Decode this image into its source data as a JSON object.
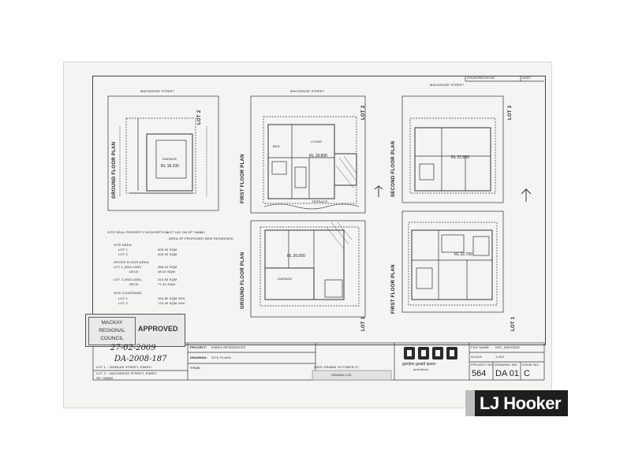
{
  "header": {
    "issue_revision": "ISSUE/REVISION",
    "date": "DATE"
  },
  "plans": {
    "street_left": "MACKENZIE STREET",
    "street_middle": "MACKENZIE STREET",
    "street_right": "MACKENZIE STREET",
    "lot_2_a": "LOT 2",
    "lot_2_b": "LOT 2",
    "lot_2_c": "LOT 2",
    "lot_1_a": "LOT 1",
    "lot_1_b": "LOT 1",
    "label_ground_floor_left": "GROUND FLOOR PLAN",
    "label_first_floor_top": "FIRST FLOOR PLAN",
    "label_second_floor": "SECOND FLOOR PLAN",
    "label_ground_floor_bottom": "GROUND FLOOR PLAN",
    "label_first_floor_bottom": "FIRST FLOOR PLAN",
    "rl_garage": "RL 18.100",
    "rl_living_top": "RL 18.800",
    "rl_second": "RL 21.900",
    "rl_ground_bottom": "RL 20.000",
    "rl_first_bottom": "RL 22.700",
    "garage": "GARAGE",
    "living": "LIVING",
    "bed": "BED",
    "terrace": "TERRACE"
  },
  "site_data": {
    "description_label": "SITE REAL PROPERTY DESCRIPTION",
    "description_value": "LOT 1&2 ON SP 746882",
    "area_note": "AREA OF PROPOSED NEW RESIDENCE",
    "site_area_label": "SITE AREA:",
    "lot1": "LOT 1",
    "lot1_area": "405.00 SQM",
    "lot2": "LOT 2",
    "lot2_area": "405.00 SQM",
    "gross_label": "GROSS FLOOR AREA:",
    "gross_lot1": "LOT 1 (INCLUDE)",
    "gross_lot1_area": "356.10 SQM",
    "decks1": "DECK",
    "decks1_area": "48.40 SQM",
    "gross_lot2": "LOT 2 (INCLUDE)",
    "gross_lot2_area": "313.80 SQM",
    "decks2": "DECK",
    "decks2_area": "77.40 SQM",
    "coverage_label": "SITE COVERAGE:",
    "cov_lot1": "LOT 1",
    "cov_lot1_val": "164.80 SQM   40%",
    "cov_lot2": "LOT 2",
    "cov_lot2_val": "179.40 SQM   44%"
  },
  "stamp": {
    "council_line1": "MACKAY",
    "council_line2": "REGIONAL",
    "council_line3": "COUNCIL",
    "approved": "APPROVED",
    "hand_date": "27-02-2009",
    "hand_ref": "DA-2008-187"
  },
  "title_block": {
    "location_line1": "LOT 1 ~ MONLEN STREET, EIMEO",
    "location_line2": "LOT 2 ~ MACKENZIE STREET, EIMEO",
    "location_line3": "SP 746882",
    "project_label": "PROJECT:",
    "project_value": "EIMEO RESIDENCES",
    "drawing_label": "DRAWING:",
    "drawing_value": "SITE PLANS",
    "title_label": "TITLE:",
    "date_drawn": "DATE DRAWN  OCTOBER 07",
    "drawn_by": "DRAWN  CJD",
    "firm_name": "gordon gould ipsen",
    "firm_sub": "architects",
    "file_name_label": "FILE NAME:",
    "file_name_value": "DEF_DA/ISSUE",
    "scale_label": "SCALE:",
    "scale_value": "1:200",
    "project_no_label": "PROJECT NO:",
    "project_no": "564",
    "drawing_no_label": "DRAWING NO:",
    "drawing_no": "DA 01",
    "issue_label": "ISSUE NO:",
    "issue_no": "C"
  },
  "logo": {
    "brand": "LJ Hooker"
  }
}
